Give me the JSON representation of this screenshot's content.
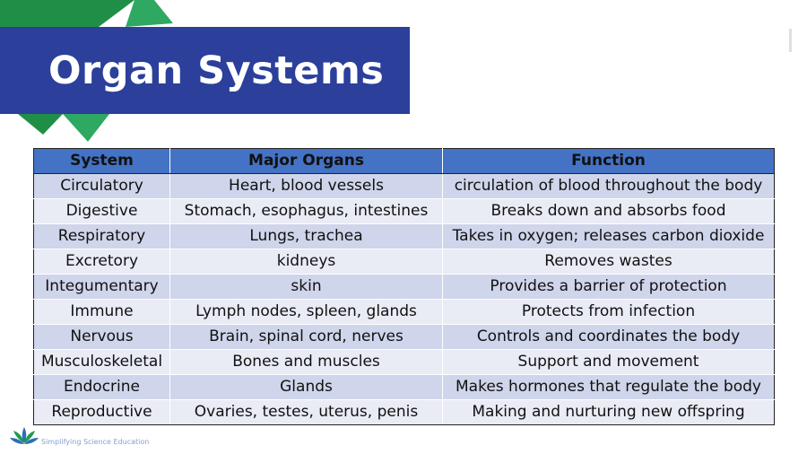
{
  "slide": {
    "title": "Organ Systems",
    "logo_text": "Simplifying Science Education"
  },
  "table": {
    "headers": [
      "System",
      "Major Organs",
      "Function"
    ],
    "rows": [
      [
        "Circulatory",
        "Heart, blood vessels",
        "circulation of blood throughout the body"
      ],
      [
        "Digestive",
        "Stomach, esophagus, intestines",
        "Breaks down and absorbs food"
      ],
      [
        "Respiratory",
        "Lungs, trachea",
        "Takes in oxygen; releases carbon dioxide"
      ],
      [
        "Excretory",
        "kidneys",
        "Removes wastes"
      ],
      [
        "Integumentary",
        "skin",
        "Provides a barrier of protection"
      ],
      [
        "Immune",
        "Lymph nodes, spleen, glands",
        "Protects from infection"
      ],
      [
        "Nervous",
        "Brain, spinal cord, nerves",
        "Controls and coordinates the body"
      ],
      [
        "Musculoskeletal",
        "Bones and muscles",
        "Support and movement"
      ],
      [
        "Endocrine",
        "Glands",
        "Makes hormones that regulate the body"
      ],
      [
        "Reproductive",
        "Ovaries, testes, uterus, penis",
        "Making and nurturing new offspring"
      ]
    ]
  },
  "colors": {
    "title_band": "#2B3F9B",
    "accent_green": "#1F9B4F",
    "header_fill": "#4472C4",
    "row_fill_dark": "#CFD5EA",
    "row_fill_light": "#E9EBF5"
  }
}
